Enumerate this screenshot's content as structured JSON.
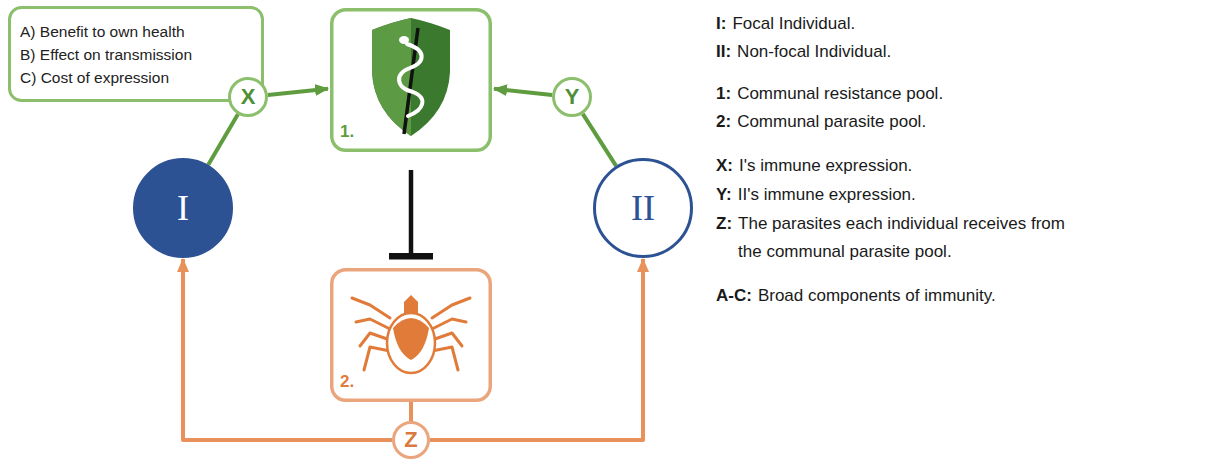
{
  "diagram": {
    "nodes": [
      {
        "text": [
          "A) Benefit to own health",
          "B) Effect on transmission",
          "C) Cost of expression"
        ]
      },
      {
        "text": [
          "X"
        ]
      },
      {
        "text": [
          "1."
        ]
      },
      {
        "text": [
          "Y"
        ]
      },
      {
        "text": [
          "I"
        ]
      },
      {
        "text": [
          "II"
        ]
      },
      {
        "text": [
          "2."
        ]
      },
      {
        "text": [
          "Z"
        ]
      }
    ],
    "edges": [
      {
        "from": 4,
        "to": 1,
        "arrow": "none"
      },
      {
        "from": 1,
        "to": 2,
        "arrow": "to"
      },
      {
        "from": 5,
        "to": 3,
        "arrow": "none"
      },
      {
        "from": 3,
        "to": 2,
        "arrow": "to"
      },
      {
        "from": 2,
        "to": 6,
        "arrow": "to"
      },
      {
        "from": 6,
        "to": 7,
        "arrow": "none"
      },
      {
        "from": 7,
        "to": 4,
        "arrow": "to"
      },
      {
        "from": 7,
        "to": 5,
        "arrow": "to"
      }
    ],
    "labels": [
      "I:",
      "Focal Individual.",
      "II:",
      "Non-focal Individual.",
      "1:",
      "Communal resistance pool.",
      "2:",
      "Communal parasite pool.",
      "X:",
      "I's immune expression.",
      "Y:",
      "II's immune expression.",
      "Z:",
      "The parasites each individual receives from the communal parasite pool.",
      "A-C:",
      "Broad components of immunity."
    ]
  }
}
